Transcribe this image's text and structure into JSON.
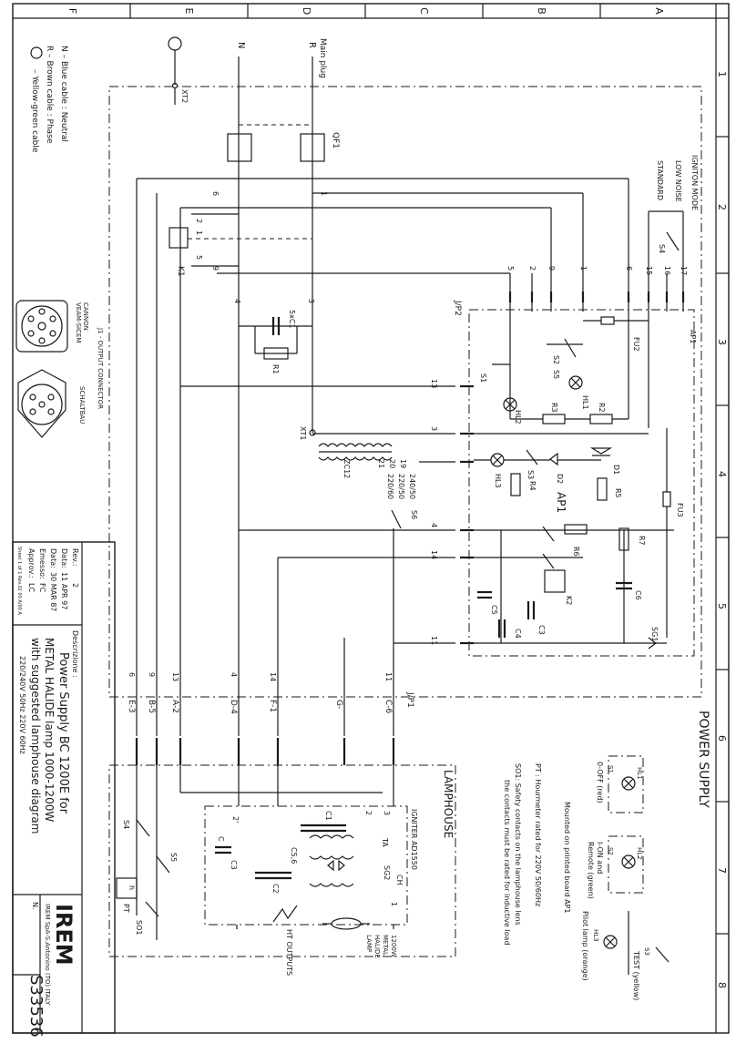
{
  "sheet": {
    "col_letters": [
      "F",
      "E",
      "D",
      "C",
      "B",
      "A"
    ],
    "row_numbers": [
      "1",
      "2",
      "3",
      "4",
      "5",
      "6",
      "7",
      "8"
    ]
  },
  "supply": {
    "plug_title": "Main plug",
    "n_letter": "N",
    "r_letter": "R",
    "xt2": "XT2",
    "qf1": "QF1",
    "k1": "K1",
    "capacitor": "5xC1",
    "resistor": "R1",
    "xt1": "XT1",
    "zc12": "ZC12",
    "tap19": "19",
    "tap20": "20",
    "tap21": "21",
    "v240": "240/50",
    "v220_50": "220/50",
    "v220_60": "220/60",
    "s6": "S6",
    "jp2": "J/P2",
    "jp1": "J/P1",
    "ap1": "AP1",
    "ap1_big": "AP1",
    "fu2": "FU2",
    "fu3": "FU3",
    "s1": "S1",
    "s2": "S2",
    "s3": "S3",
    "s4": "S4",
    "s5": "S5",
    "hl1": "HL1",
    "hl2": "HL2",
    "hl3": "HL3",
    "r2": "R2",
    "r3": "R3",
    "r4": "R4",
    "r5": "R5",
    "r6": "R6",
    "r7": "R7",
    "d1": "D1",
    "d2": "D2",
    "k2": "K2",
    "c3": "C3",
    "c4": "C4",
    "c5": "C5",
    "c6": "C6",
    "sg1": "SG1",
    "ignition_mode": "IGNITON MODE",
    "low_noise": "LOW NOISE",
    "standard": "STANDARD",
    "power_supply": "POWER SUPPLY",
    "terminals_top": [
      "5",
      "2",
      "9",
      "1",
      "6",
      "15",
      "16",
      "17"
    ],
    "terminals_side": [
      "13",
      "3",
      "4",
      "14",
      "11"
    ],
    "k1_pins": [
      "2",
      "1",
      "5",
      "9"
    ],
    "wire_1": "1",
    "wire_3": "3",
    "wire_4": "4",
    "wire_6": "6"
  },
  "connector": {
    "title": "J1 - OUTPUT CONNECTOR",
    "cannon1": "CANNON",
    "cannon2": "VEAM-SICEM",
    "schaltbau": "SCHALTBAU",
    "legend_n": "N  –  Blue cable : Neutral",
    "legend_r": "R  –  Brown cable : Phase",
    "legend_g": "–  Yellow-green cable",
    "plugs": [
      "E-3",
      "B-5",
      "A-2",
      "D-4",
      "F-1",
      "G-",
      "C-6"
    ],
    "wire_labels": [
      "6",
      "9",
      "13",
      "4",
      "14",
      "",
      "11"
    ]
  },
  "lamphouse": {
    "title": "LAMPHOUSE",
    "igniter": "IGNITER AD1550",
    "ta": "TA",
    "sg2": "SG2",
    "ch": "CH",
    "c1": "C1",
    "c2": "C2",
    "c3": "C3",
    "c56": "C5,6",
    "c": "C",
    "s4": "S4",
    "s5": "S5",
    "pt": "PT",
    "so1": "SO1",
    "h": "h",
    "ht_outputs": "HT OUTPUTS",
    "lamp1": "1200W",
    "lamp2": "METAL",
    "lamp3": "HALIDE",
    "lamp4": "LAMP",
    "term_2prime": "2'",
    "term_2": "2",
    "term_3": "3",
    "term_1": "1"
  },
  "notes": {
    "pt": "PT : Hourmeter rated for 220V 50/60Hz",
    "so1": "SO1: Safety contacts on the lamphouse lens",
    "so1b": "the contacts must be rated for inductive load",
    "mounted": "Mounted on printed board AP1",
    "s1_txt": "0-OFF (red)",
    "s2_txt": "I-ON and",
    "s2_txt2": "Remote (green)",
    "pilot": "Pilot lamp (orange)",
    "test": "TEST (yellow)"
  },
  "titleblock": {
    "rev_label": "Rev.:",
    "rev_val": "2",
    "data1_label": "Data:",
    "data1_val": "11 APR 97",
    "data2_label": "Data:",
    "data2_val": "30 MAR 87",
    "emesso_label": "Emesso:",
    "emesso_val": "FC",
    "approv_label": "Approv.:",
    "approv_val": "LC",
    "tiny": "Sheet 1 of 1  Rev.02  00 A/00 A",
    "desc_label": "Descrizione :",
    "line1": "Power Supply BC 1200E for",
    "line2": "METAL HALIDE lamp 1000-1200W",
    "line3": "with suggested lamphouse diagram",
    "line4": "220/240V 50Hz    220V 60Hz",
    "logo": "IREM",
    "company": "IREM SpA-S.Antonino (TO) ITALY",
    "n_label": "N.",
    "number": "S33536"
  }
}
